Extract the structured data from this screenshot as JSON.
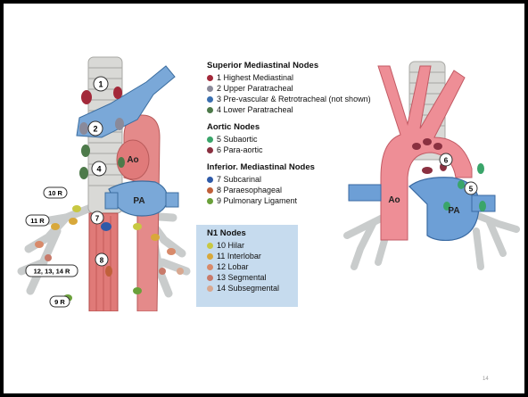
{
  "legend": {
    "groups": [
      {
        "title": "Superior Mediastinal Nodes",
        "items": [
          {
            "text": "1 Highest Mediastinal",
            "color": "#a3293a"
          },
          {
            "text": "2 Upper Paratracheal",
            "color": "#8a8a9a"
          },
          {
            "text": "3 Pre-vascular & Retrotracheal (not shown)",
            "color": "#3a6fb0"
          },
          {
            "text": "4 Lower Paratracheal",
            "color": "#4d7a4a"
          }
        ]
      },
      {
        "title": "Aortic Nodes",
        "items": [
          {
            "text": "5 Subaortic",
            "color": "#3aa56a"
          },
          {
            "text": "6 Para-aortic",
            "color": "#8a3040"
          }
        ]
      },
      {
        "title": "Inferior. Mediastinal Nodes",
        "items": [
          {
            "text": "7 Subcarinal",
            "color": "#2f5aa8"
          },
          {
            "text": "8 Paraesophageal",
            "color": "#c0603a"
          },
          {
            "text": "9 Pulmonary Ligament",
            "color": "#6aa03a"
          }
        ]
      }
    ],
    "n1": {
      "title": "N1 Nodes",
      "items": [
        {
          "text": "10 Hilar",
          "color": "#c8c842"
        },
        {
          "text": "11 Interlobar",
          "color": "#d8a83a"
        },
        {
          "text": "12 Lobar",
          "color": "#d88a6a"
        },
        {
          "text": "13 Segmental",
          "color": "#c87a6a"
        },
        {
          "text": "14 Subsegmental",
          "color": "#d8a890"
        }
      ]
    }
  },
  "diagram_left": {
    "station_labels": [
      "1",
      "2",
      "4",
      "7",
      "8"
    ],
    "side_labels": [
      "10 R",
      "11 R",
      "12, 13, 14 R",
      "9 R"
    ],
    "vessel_labels": [
      "Ao",
      "PA"
    ]
  },
  "diagram_right": {
    "station_labels": [
      "6",
      "5"
    ],
    "vessel_labels": [
      "Ao",
      "PA"
    ]
  },
  "page_number": "14"
}
